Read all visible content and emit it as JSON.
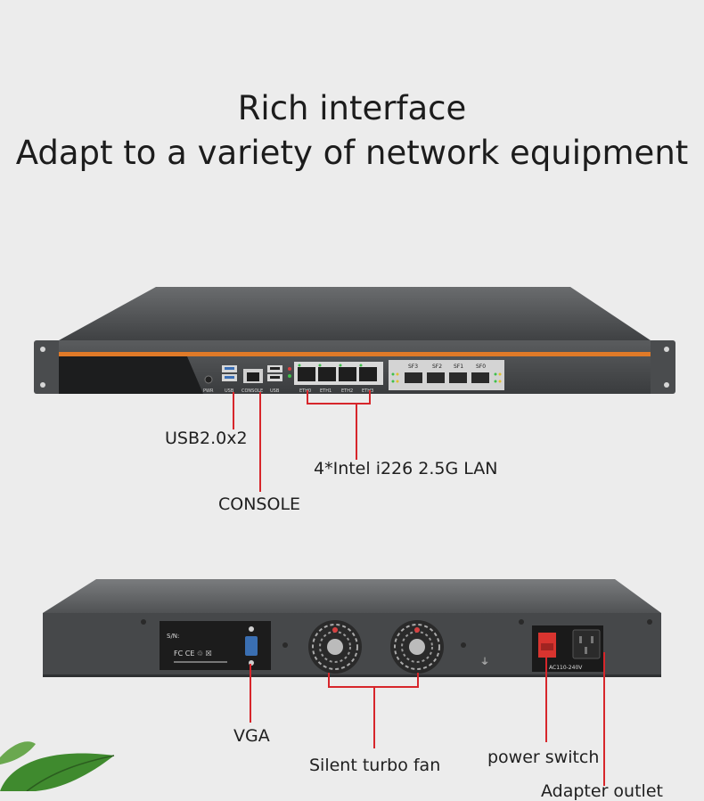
{
  "heading": {
    "line1": "Rich interface",
    "line2": "Adapt to a variety of network equipment"
  },
  "front_panel": {
    "port_labels": {
      "pwr": "PWR",
      "usb_left": "USB",
      "console": "CONSOLE",
      "usb_right": "USB",
      "eth": [
        "ETH0",
        "ETH1",
        "ETH2",
        "ETH3"
      ],
      "sfp": [
        "SF3",
        "SF2",
        "SF1",
        "SF0"
      ]
    },
    "callouts": {
      "usb": "USB2.0x2",
      "lan": "4*Intel i226 2.5G LAN",
      "console": "CONSOLE"
    }
  },
  "rear_panel": {
    "sn_label": "S/N:",
    "power_rating": "AC110-240V",
    "callouts": {
      "vga": "VGA",
      "fan": "Silent turbo fan",
      "power_switch": "power switch",
      "adapter_outlet": "Adapter outlet"
    }
  },
  "colors": {
    "accent_stripe": "#e07a28",
    "callout_line": "#d7262b",
    "chassis": "#4a4c4e"
  }
}
